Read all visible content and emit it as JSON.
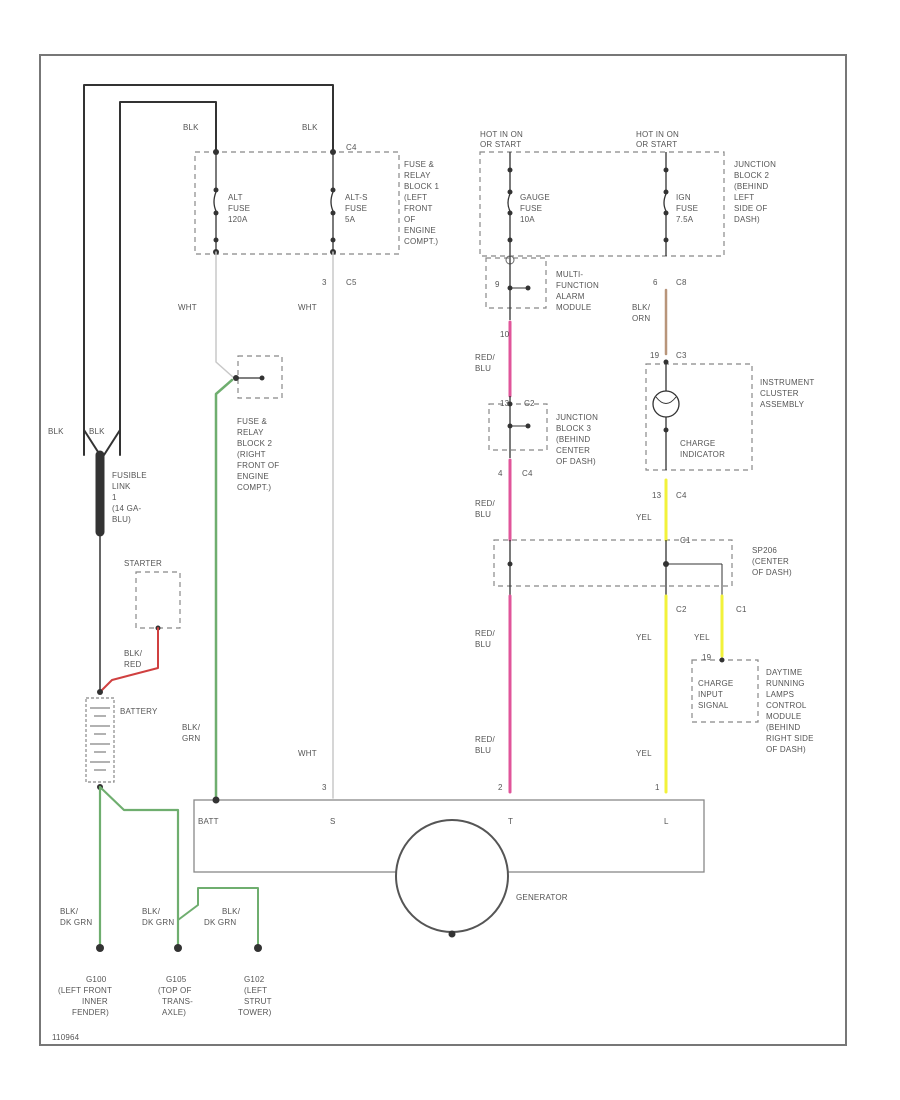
{
  "labels": {
    "blk_top_left": "BLK",
    "blk_top_mid": "BLK",
    "c4_top": "C4",
    "hot_in_on_1": "HOT IN ON",
    "hot_in_on_1b": "OR START",
    "hot_in_on_2": "HOT IN ON",
    "hot_in_on_2b": "OR START",
    "alt_fuse": [
      "ALT",
      "FUSE",
      "120A"
    ],
    "alt_s_fuse": [
      "ALT-S",
      "FUSE",
      "5A"
    ],
    "fuse_block1": [
      "FUSE &",
      "RELAY",
      "BLOCK 1",
      "(LEFT",
      "FRONT",
      "OF",
      "ENGINE",
      "COMPT.)"
    ],
    "gauge_fuse": [
      "GAUGE",
      "FUSE",
      "10A"
    ],
    "ign_fuse": [
      "IGN",
      "FUSE",
      "7.5A"
    ],
    "junction_block2": [
      "JUNCTION",
      "BLOCK 2",
      "(BEHIND",
      "LEFT",
      "SIDE OF",
      "DASH)"
    ],
    "multi_function": [
      "MULTI-",
      "FUNCTION",
      "ALARM",
      "MODULE"
    ],
    "pin3": "3",
    "c5": "C5",
    "pin6": "6",
    "c8": "C8",
    "wht1": "WHT",
    "wht2": "WHT",
    "blk_orn": [
      "BLK/",
      "ORN"
    ],
    "red_blu_1": [
      "RED/",
      "BLU"
    ],
    "pin9": "9",
    "pin10": "10",
    "c3": "C3",
    "fuse_block2": [
      "FUSE &",
      "RELAY",
      "BLOCK 2",
      "(RIGHT",
      "FRONT OF",
      "ENGINE",
      "COMPT.)"
    ],
    "instrument_cluster": [
      "INSTRUMENT",
      "CLUSTER",
      "ASSEMBLY"
    ],
    "charge_indicator": [
      "CHARGE",
      "INDICATOR"
    ],
    "junction_block3": [
      "JUNCTION",
      "BLOCK 3",
      "(BEHIND",
      "CENTER",
      "OF DASH)"
    ],
    "c2_jb3": "C2",
    "blk_left": "BLK",
    "blk_fusible": "BLK",
    "fusible_link": [
      "FUSIBLE",
      "LINK",
      "1",
      "(14 GA-",
      "BLU)"
    ],
    "pin4": "4",
    "c4_mid": "C4",
    "red_blu_2": [
      "RED/",
      "BLU"
    ],
    "pin13": "13",
    "c4_right": "C4",
    "yel1": "YEL",
    "c1_splice": "C1",
    "sp206": [
      "SP206",
      "(CENTER",
      "OF DASH)"
    ],
    "c2_splice": "C2",
    "c1_drl": "C1",
    "starter": "STARTER",
    "blk_red": [
      "BLK/",
      "RED"
    ],
    "battery": "BATTERY",
    "red_blu_3": [
      "RED/",
      "BLU"
    ],
    "yel2": "YEL",
    "yel3": "YEL",
    "pin19": "19",
    "charge_input": [
      "CHARGE",
      "INPUT",
      "SIGNAL"
    ],
    "drl_module": [
      "DAYTIME",
      "RUNNING",
      "LAMPS",
      "CONTROL",
      "MODULE",
      "(BEHIND",
      "RIGHT SIDE",
      "OF DASH)"
    ],
    "blk_grn": [
      "BLK/",
      "GRN"
    ],
    "wht3": "WHT",
    "red_blu_4": [
      "RED/",
      "BLU"
    ],
    "yel4": "YEL",
    "gen_pin3": "3",
    "gen_pin2": "2",
    "gen_pin1": "1",
    "batt": "BATT",
    "terminal_s": "S",
    "terminal_t": "T",
    "terminal_l": "L",
    "generator": "GENERATOR",
    "gnd_wire1": [
      "BLK/",
      "DK GRN"
    ],
    "gnd_wire2": [
      "BLK/",
      "DK GRN"
    ],
    "gnd_wire3": [
      "BLK/",
      "DK GRN"
    ],
    "g100": [
      "G100",
      "(LEFT FRONT",
      "INNER",
      "FENDER)"
    ],
    "g105": [
      "G105",
      "(TOP OF",
      "TRANS-",
      "AXLE)"
    ],
    "g102": [
      "G102",
      "(LEFT",
      "STRUT",
      "TOWER)"
    ],
    "figure_id": "110964"
  },
  "colors": {
    "blk": "#333333",
    "wht": "#c8c8c8",
    "red_blu": "#e0559a",
    "yel": "#f2f23a",
    "grn": "#6fae6f",
    "blk_red": "#d04040",
    "blk_orn": "#b8957a",
    "dashed_box": "#888888"
  }
}
